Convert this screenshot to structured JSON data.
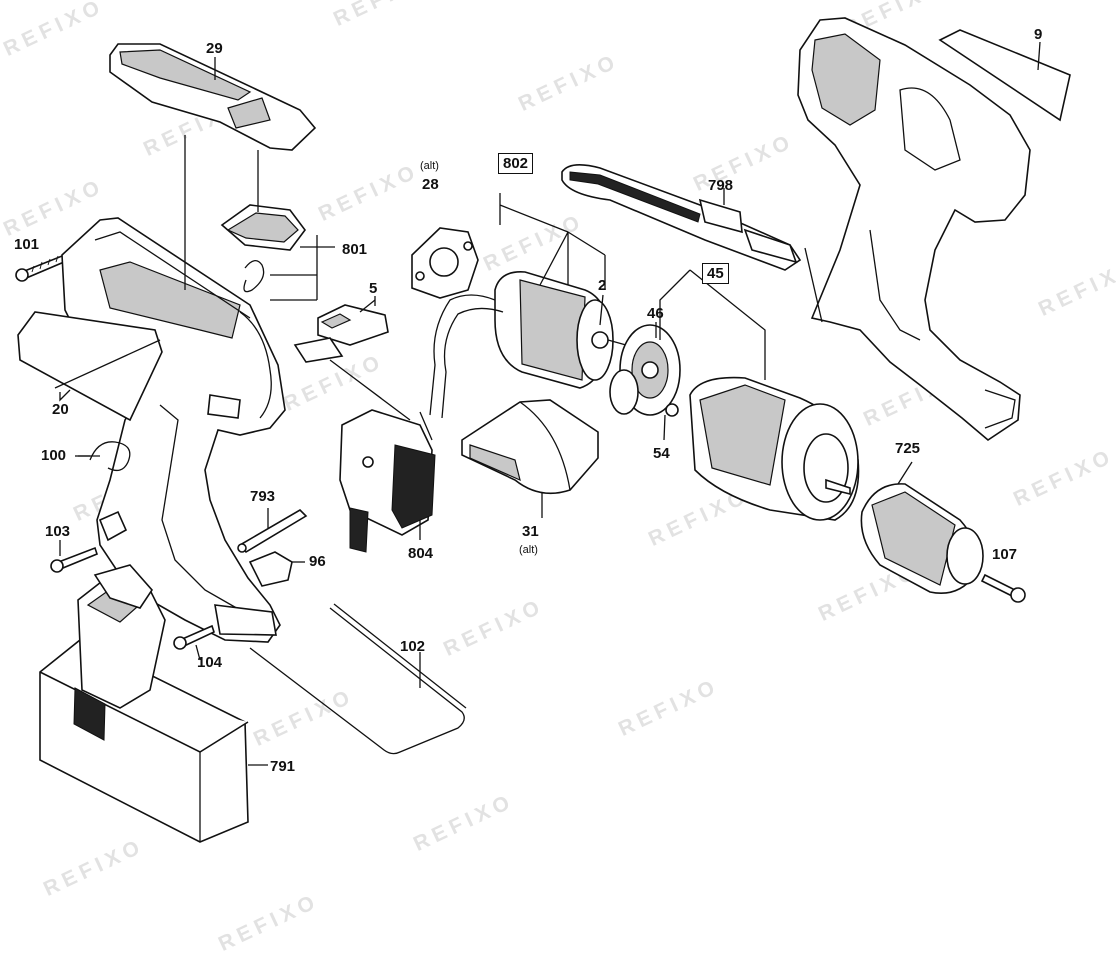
{
  "watermark": "REFIXO",
  "labels": {
    "p29": "29",
    "p9": "9",
    "p101": "101",
    "p801": "801",
    "p5": "5",
    "p28": "28",
    "p802": "802",
    "p798": "798",
    "p2": "2",
    "p45": "45",
    "p46": "46",
    "p20": "20",
    "p100": "100",
    "p54": "54",
    "p725": "725",
    "p31": "31",
    "p793": "793",
    "p96": "96",
    "p804": "804",
    "p103": "103",
    "p107": "107",
    "p104": "104",
    "p102": "102",
    "p791": "791",
    "alt_top": "(alt)",
    "alt_bottom": "(alt)"
  }
}
